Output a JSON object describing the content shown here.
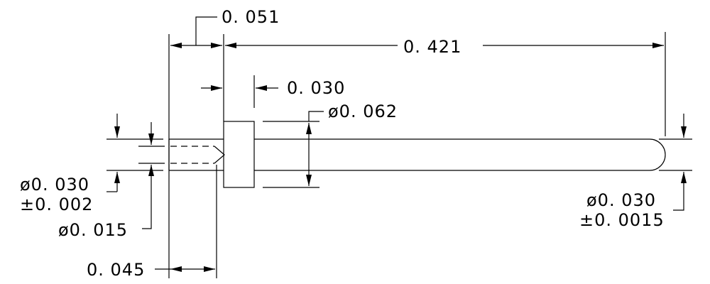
{
  "drawing": {
    "line_color": "#000000",
    "background": "#ffffff",
    "dimensions": {
      "offset_to_collar": "0. 051",
      "pin_length": "0. 421",
      "collar_width": "0. 030",
      "collar_diameter": "ø0. 062",
      "tail_diameter": "ø0. 030",
      "tail_tolerance": "±0. 002",
      "bore_diameter": "ø0. 015",
      "bore_depth": "0. 045",
      "pin_diameter": "ø0. 030",
      "pin_tolerance": "±0. 0015"
    }
  }
}
